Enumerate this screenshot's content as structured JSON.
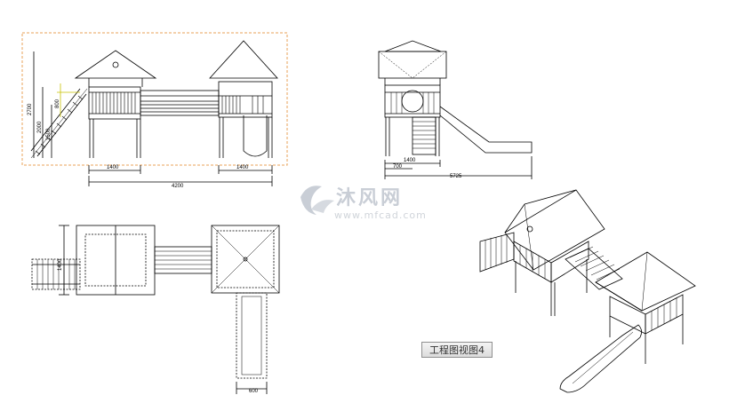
{
  "dimensions": {
    "front_height": "2700",
    "front_inner_h1": "2000",
    "front_inner_h2": "1500",
    "front_yellow": "800",
    "front_bottom_left": "1400",
    "front_bottom_right": "1400",
    "front_total": "4200",
    "side_a": "1400",
    "side_b": "700",
    "side_total": "5725",
    "plan_left_h": "1400",
    "plan_slide_w": "600"
  },
  "watermark": {
    "brand": "沐风网",
    "url": "www.mfcad.com"
  },
  "view_label": "工程图视图4",
  "colors": {
    "selection": "#e8a35a",
    "annotation_yellow": "#c8c000",
    "watermark": "#c9ced6",
    "line": "#000000"
  }
}
